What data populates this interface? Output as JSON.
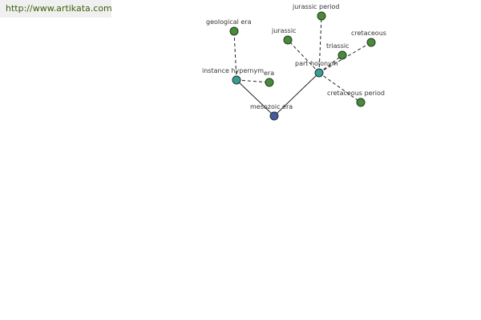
{
  "banner": {
    "url_text": "http://www.artikata.com"
  },
  "colors": {
    "root": "#4a56a8",
    "relation": "#3d9a9a",
    "leaf": "#4a8a3a",
    "edge": "#222222",
    "link": "#3a5f0b"
  },
  "graph": {
    "nodes": [
      {
        "id": "mesozoic_era",
        "label": "mesozoic era",
        "kind": "root"
      },
      {
        "id": "instance_hypernym",
        "label": "instance hypernym",
        "kind": "relation"
      },
      {
        "id": "part_holonym",
        "label": "part holonym",
        "kind": "relation"
      },
      {
        "id": "geological_era",
        "label": "geological era",
        "kind": "leaf"
      },
      {
        "id": "era",
        "label": "era",
        "kind": "leaf"
      },
      {
        "id": "jurassic_period",
        "label": "jurassic period",
        "kind": "leaf"
      },
      {
        "id": "jurassic",
        "label": "jurassic",
        "kind": "leaf"
      },
      {
        "id": "triassic",
        "label": "triassic",
        "kind": "leaf"
      },
      {
        "id": "cretaceous",
        "label": "cretaceous",
        "kind": "leaf"
      },
      {
        "id": "cretaceous_period",
        "label": "cretaceous period",
        "kind": "leaf"
      }
    ],
    "edges": [
      {
        "from": "mesozoic_era",
        "to": "instance_hypernym",
        "style": "solid"
      },
      {
        "from": "mesozoic_era",
        "to": "part_holonym",
        "style": "solid"
      },
      {
        "from": "instance_hypernym",
        "to": "geological_era",
        "style": "dashed"
      },
      {
        "from": "instance_hypernym",
        "to": "era",
        "style": "dashed"
      },
      {
        "from": "part_holonym",
        "to": "jurassic_period",
        "style": "dashed"
      },
      {
        "from": "part_holonym",
        "to": "jurassic",
        "style": "dashed"
      },
      {
        "from": "part_holonym",
        "to": "triassic",
        "style": "dashed"
      },
      {
        "from": "part_holonym",
        "to": "cretaceous",
        "style": "dashed"
      },
      {
        "from": "part_holonym",
        "to": "cretaceous_period",
        "style": "dashed"
      }
    ]
  }
}
